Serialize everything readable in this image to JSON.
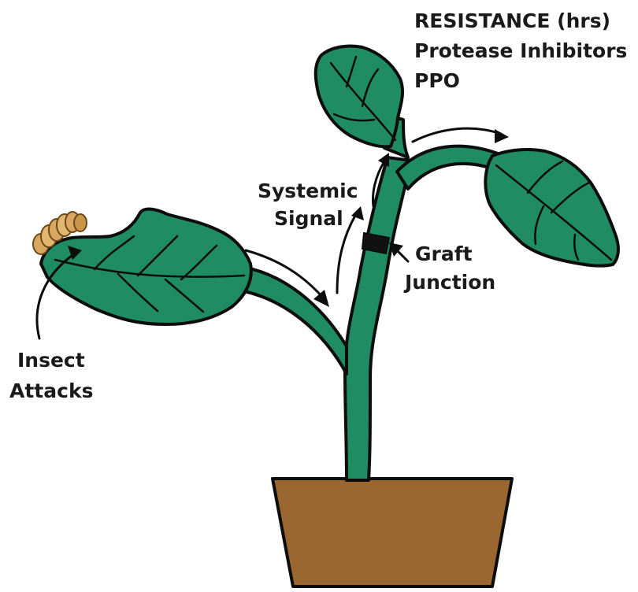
{
  "resistance": {
    "title": "RESISTANCE (hrs)",
    "items": [
      "Protease Inhibitors",
      "PPO"
    ]
  },
  "labels": {
    "systemic_line1": "Systemic",
    "systemic_line2": "Signal",
    "graft_line1": "Graft",
    "graft_line2": "Junction",
    "insect_line1": "Insect",
    "insect_line2": "Attacks"
  },
  "colors": {
    "leaf": "#1f8c63",
    "stem": "#1f8c63",
    "outline": "#0d0d0d",
    "pot": "#9a6731",
    "caterpillar": "#d8a860",
    "graft": "#111111"
  }
}
